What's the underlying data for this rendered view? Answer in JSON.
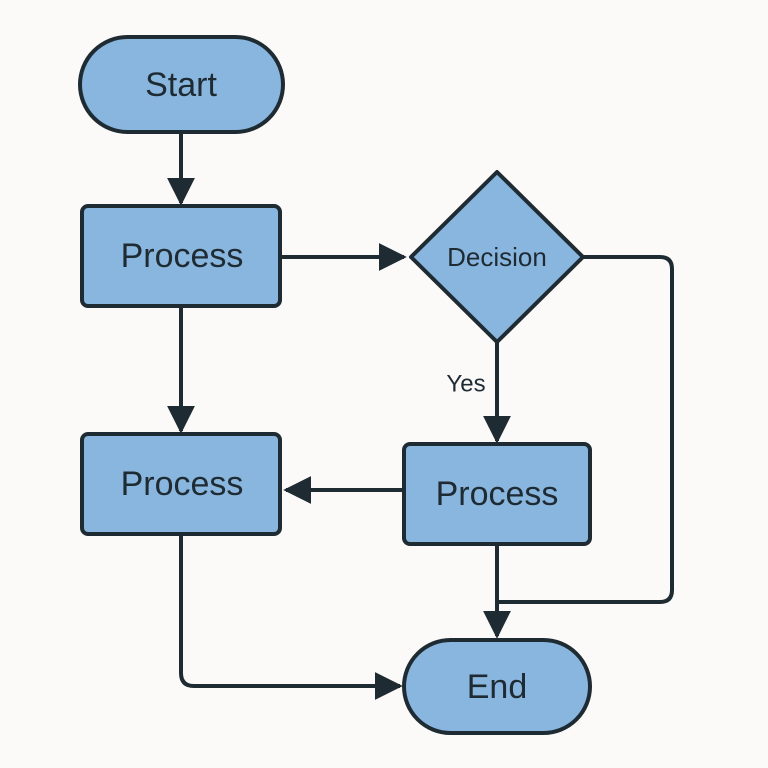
{
  "colors": {
    "background": "#fbfaf8",
    "node_fill": "#89b6de",
    "stroke": "#1f2b33"
  },
  "nodes": {
    "start": {
      "label": "Start",
      "shape": "terminal"
    },
    "process_1": {
      "label": "Process",
      "shape": "process"
    },
    "decision": {
      "label": "Decision",
      "shape": "decision"
    },
    "process_2": {
      "label": "Process",
      "shape": "process"
    },
    "process_3": {
      "label": "Process",
      "shape": "process"
    },
    "end": {
      "label": "End",
      "shape": "terminal"
    }
  },
  "edges": [
    {
      "from": "start",
      "to": "process_1",
      "label": ""
    },
    {
      "from": "process_1",
      "to": "decision",
      "label": ""
    },
    {
      "from": "process_1",
      "to": "process_2",
      "label": ""
    },
    {
      "from": "decision",
      "to": "process_3",
      "label": "Yes"
    },
    {
      "from": "decision",
      "to": "end",
      "label": ""
    },
    {
      "from": "process_3",
      "to": "process_2",
      "label": ""
    },
    {
      "from": "process_3",
      "to": "end",
      "label": ""
    },
    {
      "from": "process_2",
      "to": "end",
      "label": ""
    }
  ]
}
